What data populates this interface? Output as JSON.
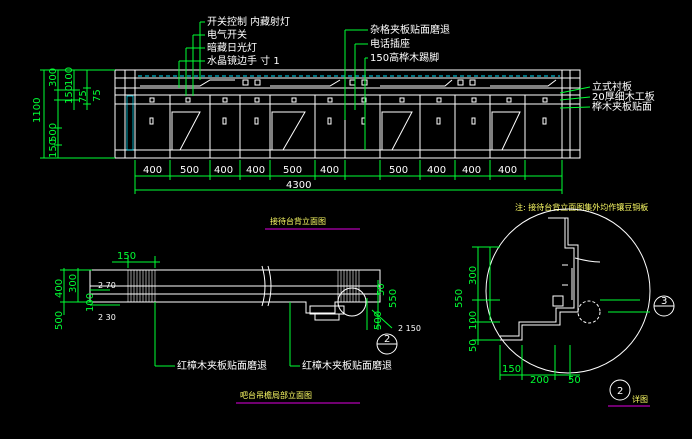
{
  "annotations": {
    "top": [
      "开关控制",
      "内藏射灯",
      "电气开关",
      "暗藏日光灯",
      "水晶镜边手  寸 1"
    ],
    "top_mid": [
      "杂格夹板贴面磨退",
      "电话插座",
      "150高桦木踢脚"
    ],
    "right": [
      "立式衬板",
      "20厚细木工板",
      "桦木夹板贴面"
    ],
    "note": "注: 接待台背立面图集外均作镶豆铜板",
    "plan_left": "红樟木夹板贴面磨退",
    "plan_right": "红樟木夹板贴面磨退"
  },
  "elevation": {
    "widths": [
      "400",
      "500",
      "400",
      "400",
      "500",
      "400",
      "500",
      "400",
      "400",
      "400"
    ],
    "total": "4300",
    "heights_outer": [
      "1100"
    ],
    "heights_mid": [
      "300",
      "500",
      "150"
    ],
    "heights_inner": [
      "150",
      "75"
    ],
    "heights_lower": [
      "100",
      "75"
    ]
  },
  "titles": {
    "elevation": "接待台背立面图",
    "section": "吧台吊檐局部立面图",
    "detail": "详图"
  },
  "section_dims": {
    "top": "150",
    "left_v": [
      "400",
      "300"
    ],
    "left_small": [
      "2 70",
      "2 30"
    ],
    "left_lower": [
      "100",
      "500"
    ],
    "mid": [
      "50",
      "550",
      "500"
    ],
    "mid_small": "2 150",
    "marker": "2"
  },
  "detail_dims": {
    "left_v": [
      "300",
      "550",
      "100",
      "50"
    ],
    "bottom": [
      "150",
      "200",
      "50"
    ],
    "marker_right": "3",
    "marker_bottom": "2"
  }
}
